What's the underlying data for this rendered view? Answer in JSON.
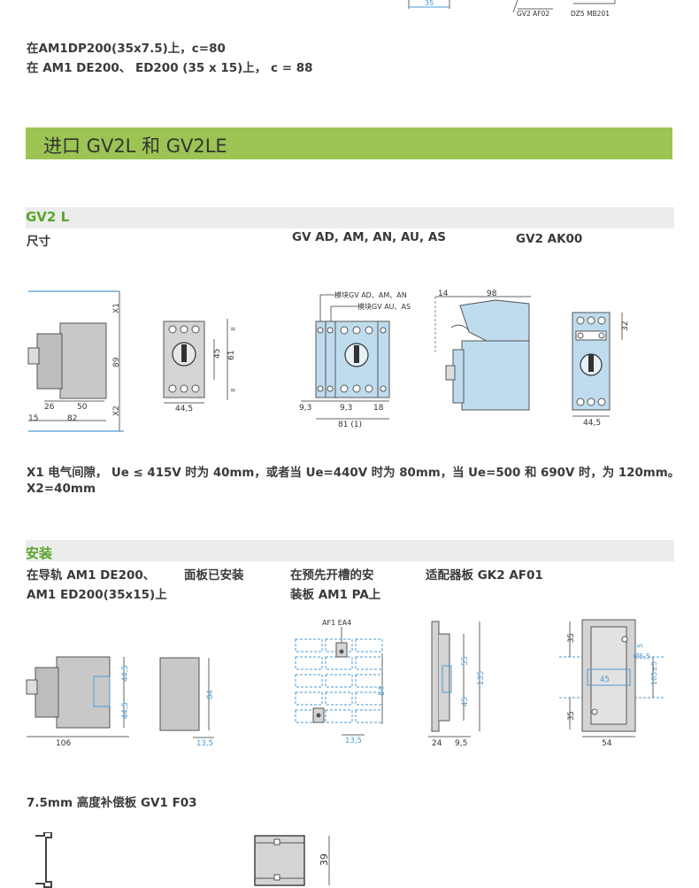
{
  "top_fragment": {
    "label_a": "35",
    "label_b": "GV2 AF02",
    "label_c": "DZ5 MB201"
  },
  "mount_notes": {
    "line1": "在AM1DP200(35x7.5)上，c=80",
    "line2": "在 AM1 DE200、 ED200 (35 x 15)上， c = 88"
  },
  "banner": {
    "title": "进口 GV2L 和 GV2LE"
  },
  "gv2l": {
    "section_title": "GV2 L",
    "dim_label": "尺寸",
    "col2_title": "GV AD, AM, AN, AU, AS",
    "col3_title": "GV2 AK00",
    "fig1": {
      "x1": "X1",
      "x2": "X2",
      "h": "89",
      "w26": "26",
      "w50": "50",
      "w15": "15",
      "w82": "82"
    },
    "fig2": {
      "w": "44,5",
      "h45": "45",
      "h61": "61",
      "eq": "="
    },
    "fig3": {
      "mod1": "模块GV AD、AM、AN",
      "mod2": "模块GV AU、AS",
      "a": "9,3",
      "b": "9,3",
      "c": "18",
      "d": "81 (1)"
    },
    "fig4": {
      "a": "14",
      "b": "98"
    },
    "fig5": {
      "a": "32",
      "b": "44,5"
    },
    "note1": "X1 电气间隙， Ue ≤ 415V 时为 40mm，或者当 Ue=440V 时为 80mm，当 Ue=500 和 690V 时，为 120mm。",
    "note2": "X2=40mm"
  },
  "install": {
    "section_title": "安装",
    "c1_line1": "在导轨 AM1 DE200、",
    "c1_line2": "AM1 ED200(35x15)上",
    "c2": "面板已安装",
    "c3_line1": "在预先开槽的安",
    "c3_line2": "装板 AM1 PA上",
    "c4": "适配器板 GK2 AF01",
    "fig1": {
      "a": "44,5",
      "b": "44,5",
      "w": "106"
    },
    "fig2": {
      "h": "84",
      "w": "13,5"
    },
    "fig3": {
      "tag": "AF1 EA4",
      "h": "84",
      "w": "13,5"
    },
    "fig4": {
      "a": "55",
      "b": "45",
      "h": "135",
      "c": "24",
      "d": "9,5"
    },
    "fig5": {
      "a": "35",
      "b": "35",
      "c": "5",
      "d": "Ø5,5",
      "e": "45",
      "f": "105±5",
      "w": "54"
    }
  },
  "comp_plate": {
    "title": "7.5mm 高度补偿板 GV1 F03",
    "h": "39"
  }
}
